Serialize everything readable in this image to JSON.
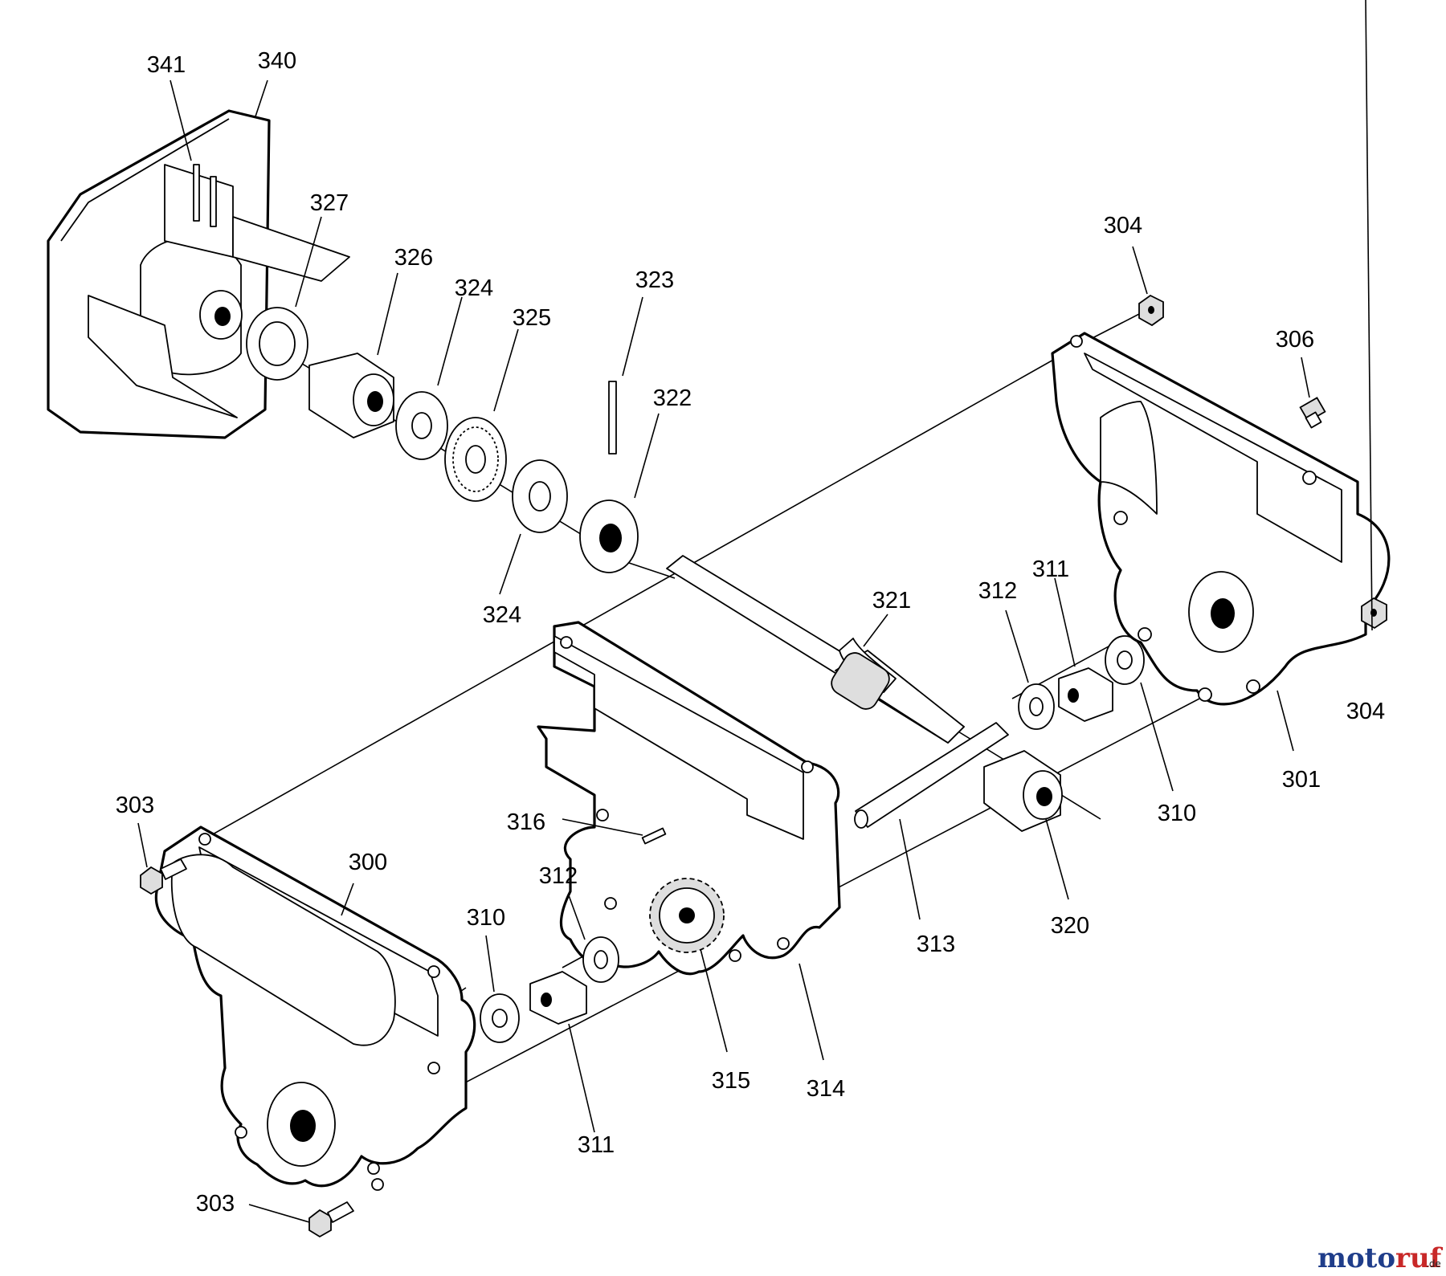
{
  "labels": {
    "l341": "341",
    "l340": "340",
    "l327": "327",
    "l326": "326",
    "l324a": "324",
    "l325": "325",
    "l323": "323",
    "l322": "322",
    "l324b": "324",
    "l304a": "304",
    "l306": "306",
    "l321": "321",
    "l312a": "312",
    "l311a": "311",
    "l304b": "304",
    "l301": "301",
    "l310a": "310",
    "l303a": "303",
    "l300": "300",
    "l316": "316",
    "l312b": "312",
    "l310b": "310",
    "l313": "313",
    "l320": "320",
    "l315": "315",
    "l314": "314",
    "l311b": "311",
    "l303b": "303"
  },
  "watermark": {
    "main_a": "moto",
    "main_b": "ruf",
    "suffix": ".de",
    "color_a": "#1f3d8a",
    "color_b": "#c82828"
  }
}
